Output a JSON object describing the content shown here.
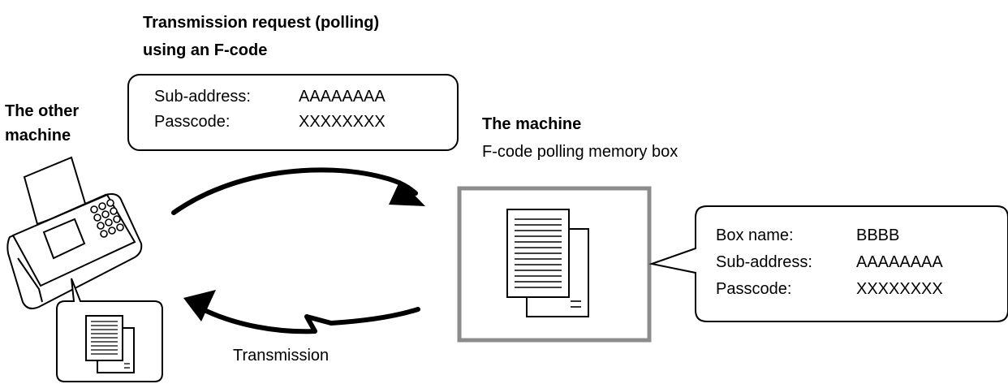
{
  "request": {
    "title_line1": "Transmission request (polling)",
    "title_line2": "using an F-code",
    "sub_address_label": "Sub-address:",
    "sub_address_value": "AAAAAAAA",
    "passcode_label": "Passcode:",
    "passcode_value": "XXXXXXXX"
  },
  "other_machine": {
    "line1": "The other",
    "line2": "machine"
  },
  "the_machine": {
    "title": "The machine",
    "subtitle": "F-code polling memory box"
  },
  "box_info": {
    "box_name_label": "Box name:",
    "box_name_value": "BBBB",
    "sub_address_label": "Sub-address:",
    "sub_address_value": "AAAAAAAA",
    "passcode_label": "Passcode:",
    "passcode_value": "XXXXXXXX"
  },
  "transmission_label": "Transmission",
  "colors": {
    "memory_box_border": "#8c8c8c",
    "line": "#000000",
    "fax_fill": "#ffffff"
  },
  "icons": [
    "fax-machine-icon",
    "documents-icon",
    "arrow-right-icon",
    "arrow-left-icon"
  ]
}
